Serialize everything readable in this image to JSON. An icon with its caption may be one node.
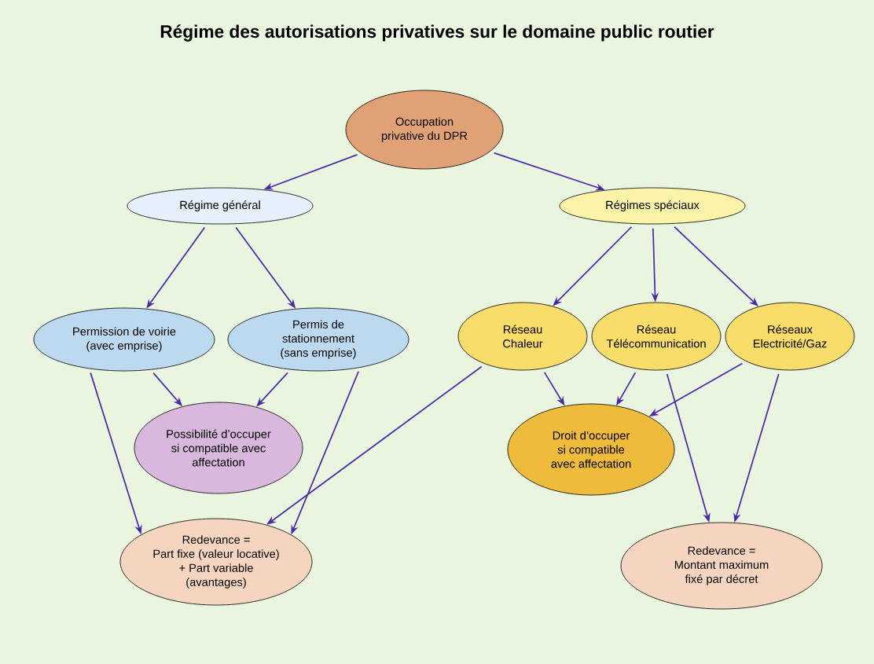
{
  "diagram": {
    "title": "Régime des autorisations privatives sur le domaine public routier",
    "nodes": [
      {
        "text": [
          "Occupation privative du DPR"
        ]
      },
      {
        "text": [
          "Régime général"
        ]
      },
      {
        "text": [
          "Régimes spéciaux"
        ]
      },
      {
        "text": [
          "Permission de voirie (avec emprise)"
        ]
      },
      {
        "text": [
          "Permis de stationnement (sans emprise)"
        ]
      },
      {
        "text": [
          "Réseau Chaleur"
        ]
      },
      {
        "text": [
          "Réseau Télécommunication"
        ]
      },
      {
        "text": [
          "Réseaux Electricité/Gaz"
        ]
      },
      {
        "text": [
          "Possibilité d’occuper si compatible avec affectation"
        ]
      },
      {
        "text": [
          "Droit d’occuper si compatible avec affectation"
        ]
      },
      {
        "text": [
          "Redevance =",
          "Part fixe (valeur locative) + Part variable (avantages)"
        ]
      },
      {
        "text": [
          "Redevance =",
          "Montant maximum fixé par décret"
        ]
      }
    ],
    "edges": [
      {
        "from": 0,
        "to": 1,
        "arrow": "to"
      },
      {
        "from": 0,
        "to": 2,
        "arrow": "to"
      },
      {
        "from": 1,
        "to": 3,
        "arrow": "to"
      },
      {
        "from": 1,
        "to": 4,
        "arrow": "to"
      },
      {
        "from": 2,
        "to": 5,
        "arrow": "to"
      },
      {
        "from": 2,
        "to": 6,
        "arrow": "to"
      },
      {
        "from": 2,
        "to": 7,
        "arrow": "to"
      },
      {
        "from": 3,
        "to": 8,
        "arrow": "to"
      },
      {
        "from": 4,
        "to": 8,
        "arrow": "to"
      },
      {
        "from": 3,
        "to": 10,
        "arrow": "to"
      },
      {
        "from": 4,
        "to": 10,
        "arrow": "to"
      },
      {
        "from": 5,
        "to": 10,
        "arrow": "to"
      },
      {
        "from": 5,
        "to": 9,
        "arrow": "to"
      },
      {
        "from": 6,
        "to": 9,
        "arrow": "to"
      },
      {
        "from": 7,
        "to": 9,
        "arrow": "to"
      },
      {
        "from": 6,
        "to": 11,
        "arrow": "to"
      },
      {
        "from": 7,
        "to": 11,
        "arrow": "to"
      }
    ]
  }
}
